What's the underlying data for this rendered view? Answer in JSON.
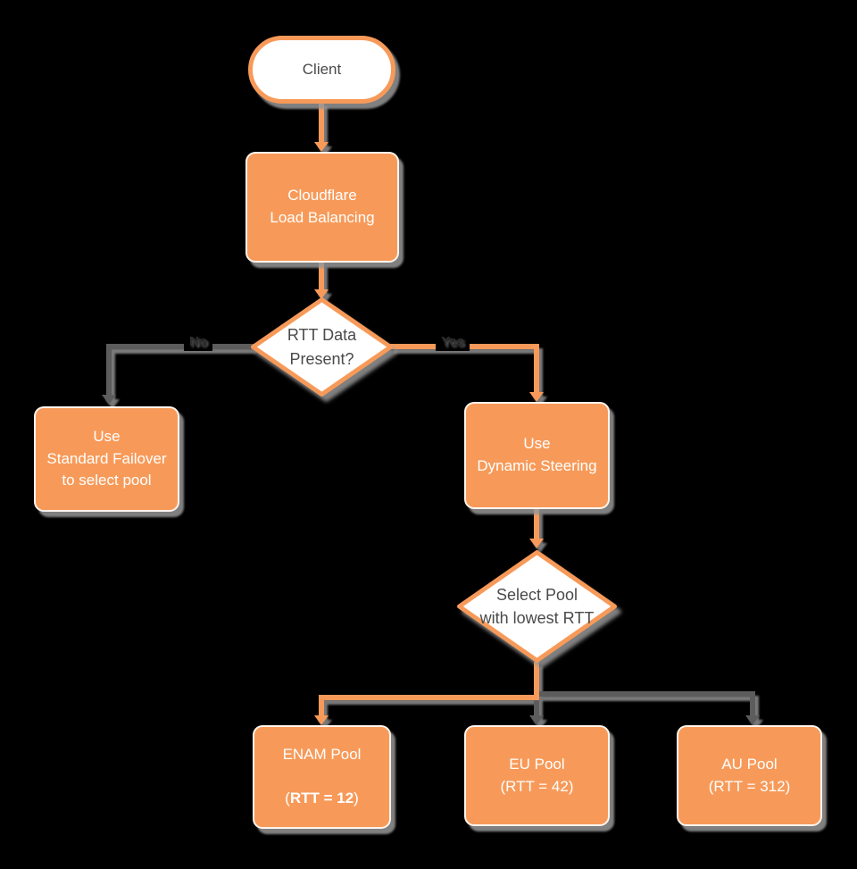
{
  "palette": {
    "orange": "#F79A59",
    "gray_line": "#5C5C5C",
    "dark_text": "#4A4A4A",
    "background": "#000000",
    "shadow": "#969696"
  },
  "nodes": {
    "client": {
      "label": "Client"
    },
    "cloudflare": {
      "label": "Cloudflare\nLoad Balancing"
    },
    "rtt_decision": {
      "label": "RTT Data\nPresent?"
    },
    "standard_failover": {
      "label": "Use\nStandard Failover\nto select pool"
    },
    "dynamic_steering": {
      "label": "Use\nDynamic Steering"
    },
    "select_pool": {
      "label": "Select Pool\nwith lowest RTT"
    },
    "enam_pool": {
      "line1": "ENAM Pool",
      "paren_open": "(",
      "rtt_bold": "RTT = 12",
      "paren_close": ")"
    },
    "eu_pool": {
      "label": "EU Pool\n(RTT = 42)"
    },
    "au_pool": {
      "label": "AU Pool\n(RTT = 312)"
    }
  },
  "edge_labels": {
    "no": "No",
    "yes": "Yes"
  }
}
